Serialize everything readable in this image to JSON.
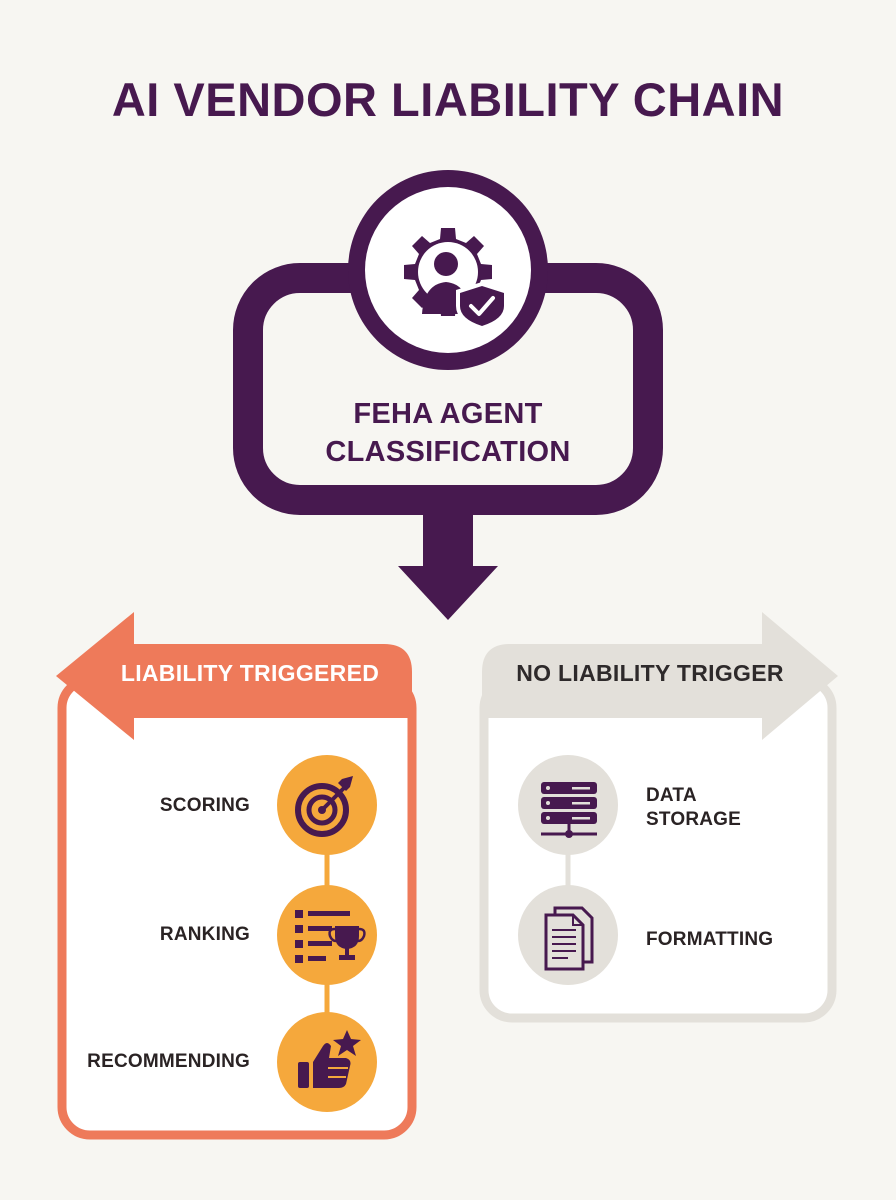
{
  "title": "AI VENDOR LIABILITY CHAIN",
  "center": {
    "label_line1": "FEHA AGENT",
    "label_line2": "CLASSIFICATION"
  },
  "left_branch": {
    "header": "LIABILITY TRIGGERED",
    "items": [
      {
        "label": "SCORING",
        "icon": "target-icon"
      },
      {
        "label": "RANKING",
        "icon": "ranked-list-trophy-icon"
      },
      {
        "label": "RECOMMENDING",
        "icon": "thumbs-up-star-icon"
      }
    ]
  },
  "right_branch": {
    "header": "NO LIABILITY TRIGGER",
    "items": [
      {
        "label_line1": "DATA",
        "label_line2": "STORAGE",
        "icon": "server-icon"
      },
      {
        "label": "FORMATTING",
        "icon": "documents-icon"
      }
    ]
  },
  "colors": {
    "primary_purple": "#47194f",
    "liability_orange": "#ee7a5a",
    "icon_orange": "#f5a83c",
    "neutral_gray": "#e3e0da",
    "background": "#f7f6f2"
  }
}
